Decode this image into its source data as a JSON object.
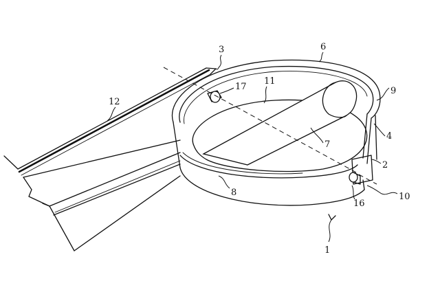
{
  "labels": [
    {
      "id": "1",
      "text": "1"
    },
    {
      "id": "2",
      "text": "2"
    },
    {
      "id": "3",
      "text": "3"
    },
    {
      "id": "4",
      "text": "4"
    },
    {
      "id": "6",
      "text": "6"
    },
    {
      "id": "7",
      "text": "7"
    },
    {
      "id": "8",
      "text": "8"
    },
    {
      "id": "9",
      "text": "9"
    },
    {
      "id": "10",
      "text": "10"
    },
    {
      "id": "11",
      "text": "11"
    },
    {
      "id": "12",
      "text": "12"
    },
    {
      "id": "16",
      "text": "16"
    },
    {
      "id": "17",
      "text": "17"
    }
  ]
}
